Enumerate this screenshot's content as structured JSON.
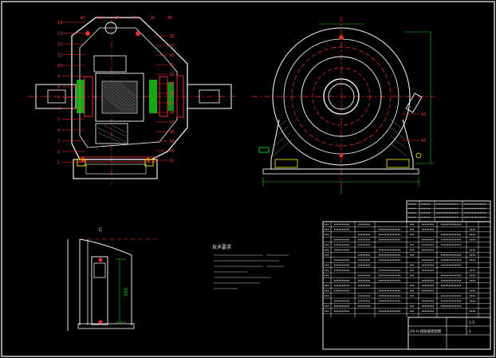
{
  "section_view": {
    "callouts_top": [
      "40",
      "38",
      "29",
      "35",
      "26",
      "45"
    ],
    "callouts_left": [
      "14",
      "13",
      "12",
      "11",
      "10",
      "9",
      "8",
      "7",
      "6",
      "5",
      "4",
      "3",
      "2",
      "1"
    ],
    "callouts_right": [
      "28",
      "27",
      "30",
      "31",
      "32",
      "33",
      "34",
      "35",
      "36",
      "37",
      "38",
      "39",
      "40",
      "41"
    ]
  },
  "end_view": {
    "callouts": [
      "42",
      "43"
    ]
  },
  "detail_view": {
    "label": "C",
    "dimension": "380"
  },
  "notes": {
    "heading": "技术要求"
  },
  "title_block": {
    "drawing_name": "ZX-H 减速器装配图",
    "scale": "1:5",
    "sheet": "1"
  },
  "colors": {
    "background": "#000000",
    "frame": "#ffffff",
    "outline": "#ffffff",
    "center_line": "#ff3030",
    "dimension": "#19c819",
    "section_fill": "#e03030",
    "highlight": "#ffff00"
  }
}
